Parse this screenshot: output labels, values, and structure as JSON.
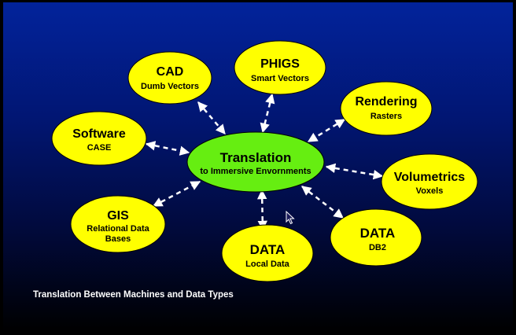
{
  "center": {
    "title": "Translation",
    "subtitle": "to Immersive Envornments"
  },
  "nodes": [
    {
      "title": "CAD",
      "subtitle": "Dumb Vectors"
    },
    {
      "title": "PHIGS",
      "subtitle": "Smart Vectors"
    },
    {
      "title": "Rendering",
      "subtitle": "Rasters"
    },
    {
      "title": "Software",
      "subtitle": "CASE"
    },
    {
      "title": "Volumetrics",
      "subtitle": "Voxels"
    },
    {
      "title": "GIS",
      "subtitle": "Relational Data",
      "subtitle2": "Bases"
    },
    {
      "title": "DATA",
      "subtitle": "DB2"
    },
    {
      "title": "DATA",
      "subtitle": "Local Data"
    }
  ],
  "caption": "Translation Between Machines and Data Types",
  "colors": {
    "node_fill": "#ffff00",
    "center_fill": "#66ee11",
    "arrow": "#ffffff",
    "background_top": "#02239b",
    "background_bottom": "#000000"
  }
}
